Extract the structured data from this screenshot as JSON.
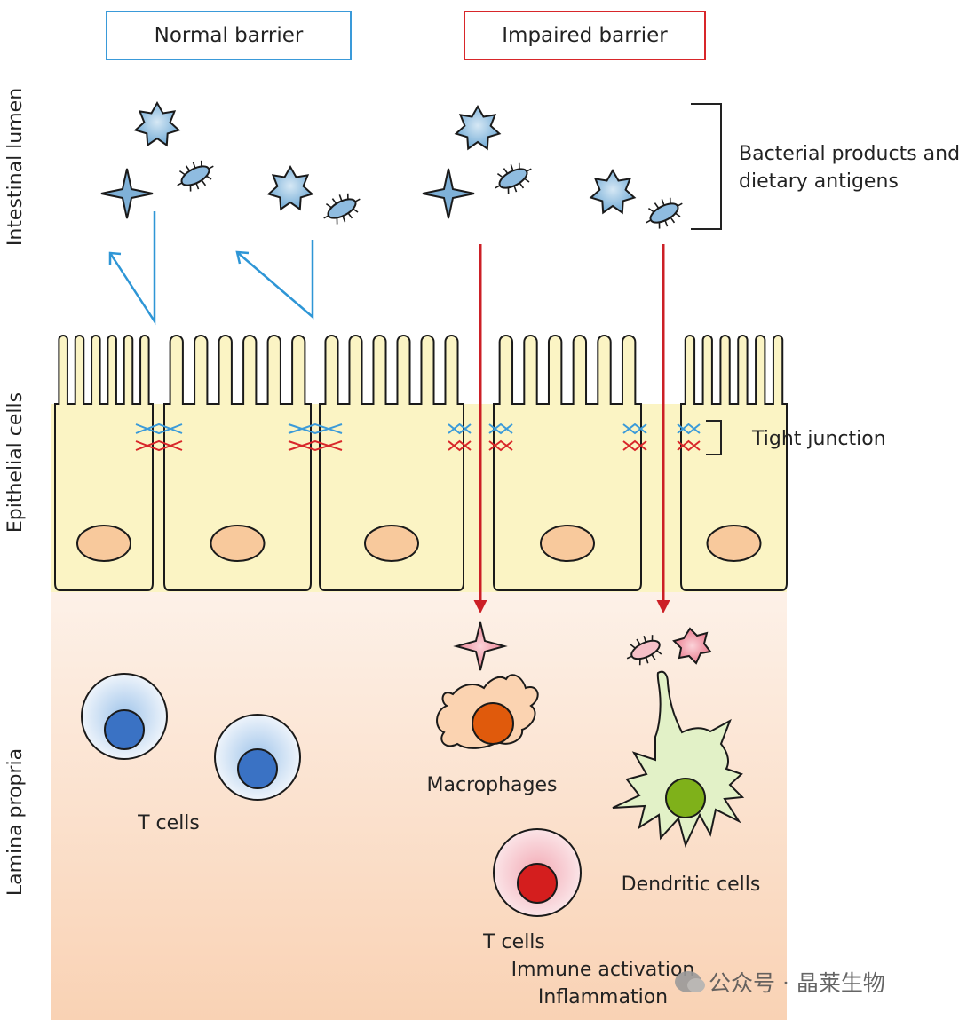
{
  "header": {
    "normal_label": "Normal barrier",
    "impaired_label": "Impaired barrier"
  },
  "side_labels": {
    "lumen": "Intestinal lumen",
    "epithelial": "Epithelial cells",
    "lamina": "Lamina propria"
  },
  "annotations": {
    "bacterial_line1": "Bacterial products and",
    "bacterial_line2": "dietary antigens",
    "tight_junction": "Tight junction"
  },
  "cells": {
    "t_cells_normal": "T cells",
    "macrophages": "Macrophages",
    "dendritic": "Dendritic cells",
    "t_cells_impaired": "T cells",
    "immune_activation": "Immune activation",
    "inflammation": "Inflammation"
  },
  "watermark": {
    "text": "公众号 · 晶莱生物"
  },
  "colors": {
    "normal_accent": "#3a9ad9",
    "impaired_accent": "#d8262a",
    "epithelium_fill": "#fbf4c4",
    "nucleus_fill": "#f8c99c"
  }
}
